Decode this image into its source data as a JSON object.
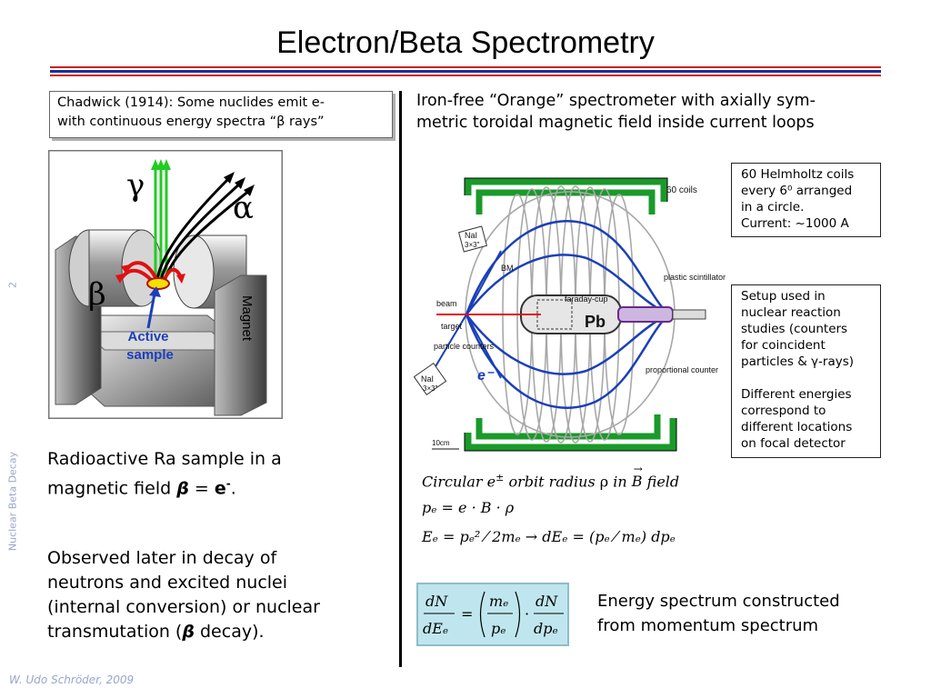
{
  "slide": {
    "title": "Electron/Beta Spectrometry",
    "page_number": "2",
    "footer_side": "Nuclear Beta Decay",
    "footer_author": "W. Udo Schröder, 2009"
  },
  "left": {
    "chadwick_line1": "Chadwick (1914): Some nuclides emit e-",
    "chadwick_line2": "with continuous energy spectra “β rays”",
    "figure": {
      "gamma": "γ",
      "alpha": "α",
      "beta": "β",
      "active": "Active",
      "sample": "sample",
      "magnet": "Magnet"
    },
    "ra_line1": "Radioactive Ra sample in a",
    "ra_line2_prefix": "magnetic field",
    "ra_beta": "β",
    "ra_equals": " = ",
    "ra_e": "e",
    "ra_sup": "-",
    "ra_period": ".",
    "observed_line1": "Observed later in decay of",
    "observed_line2": "neutrons and excited nuclei",
    "observed_line3": "(internal conversion) or nuclear",
    "observed_line4_prefix": "transmutation (",
    "observed_beta": "β",
    "observed_line4_suffix": " decay)."
  },
  "right": {
    "orange_line1": "Iron-free “Orange” spectrometer with axially sym-",
    "orange_line2": "metric toroidal magnetic field inside current loops",
    "coils_note": [
      "60 Helmholtz coils",
      "every 6⁰ arranged",
      "in a circle.",
      "Current: ~1000 A"
    ],
    "setup_note": [
      "Setup used in",
      "nuclear reaction",
      "studies (counters",
      "for coincident",
      "particles & γ-rays)",
      "",
      "Different energies",
      "correspond to",
      "different locations",
      "on focal detector"
    ],
    "diagram_labels": {
      "coils": "60 coils",
      "nai_top": "NaI",
      "nai_top_size": "3×3\"",
      "bm": "BM",
      "faraday": "faraday-cup",
      "pb": "Pb",
      "plastic": "plastic scintillator",
      "beam": "beam",
      "target": "target",
      "particle_counters": "particle counters",
      "electron": "e⁻",
      "nai_bottom": "NaI",
      "nai_bottom_size": "3×3\"",
      "proportional": "proportional counter",
      "scale": "10cm"
    },
    "eq1_circular": "Circular",
    "eq1_e": "e",
    "eq1_pm": "±",
    "eq1_orbit": "orbit",
    "eq1_radius": "radius",
    "eq1_rho": "ρ",
    "eq1_in": "in",
    "eq1_B": "B",
    "eq1_field": "field",
    "eq2": "pₑ = e · B · ρ",
    "eq3": "Eₑ = pₑ² ⁄ 2mₑ  → dEₑ = (pₑ ⁄ mₑ) dpₑ",
    "box_dN": "dN",
    "box_dEe": "dEₑ",
    "box_eq": "=",
    "box_me": "mₑ",
    "box_pe": "pₑ",
    "box_dot": "·",
    "box_dN2": "dN",
    "box_dpe": "dpₑ",
    "energy_line1": "Energy spectrum constructed",
    "energy_line2": "from momentum spectrum"
  },
  "colors": {
    "rule_red": "#d01818",
    "rule_blue": "#1a2fa0",
    "coil_green": "#1a9a2a",
    "field_blue": "#1a3fb8",
    "beta_red": "#e01010",
    "eq_box": "#bfe6ee"
  }
}
